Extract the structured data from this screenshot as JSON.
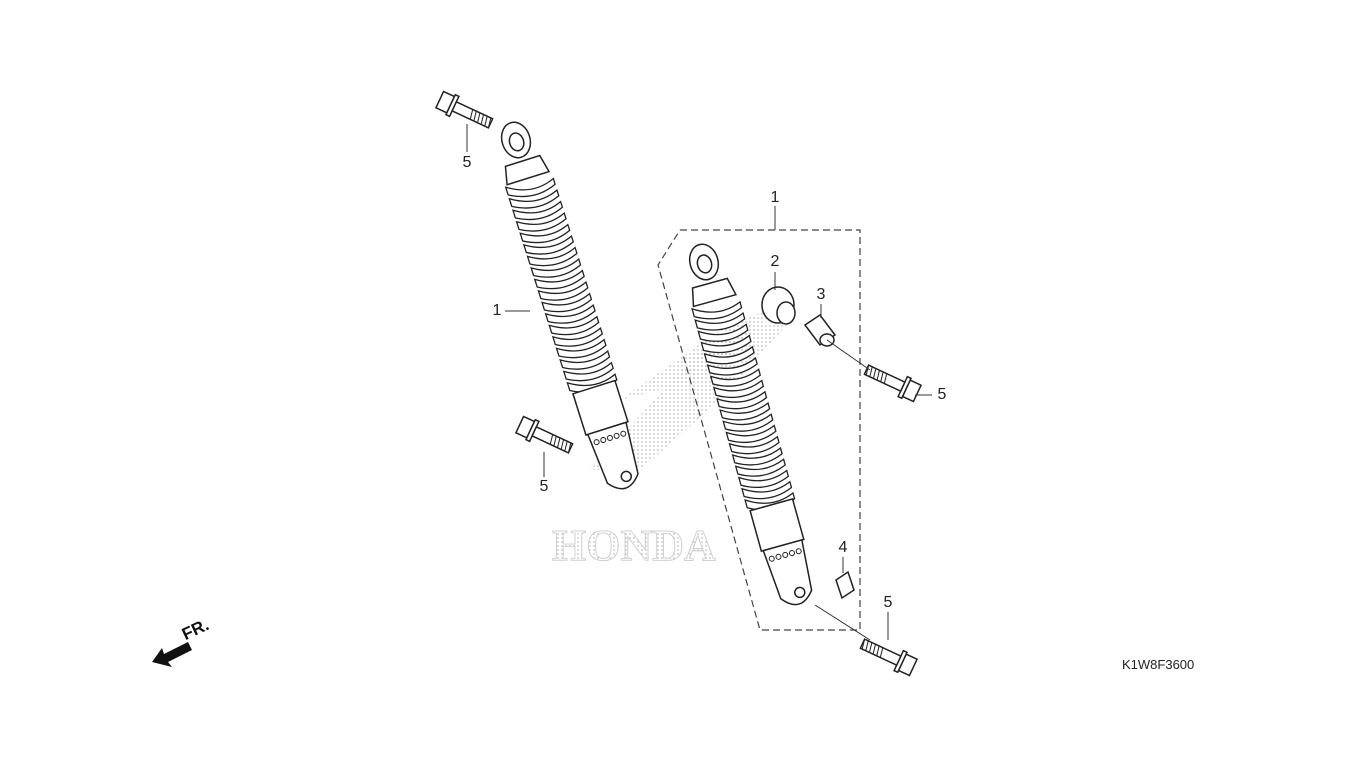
{
  "diagram": {
    "code": "K1W8F3600",
    "front_marker": "FR.",
    "watermark": "HONDA",
    "callouts": [
      {
        "id": "c1",
        "text": "5"
      },
      {
        "id": "c2",
        "text": "1"
      },
      {
        "id": "c3",
        "text": "5"
      },
      {
        "id": "c4",
        "text": "1"
      },
      {
        "id": "c5",
        "text": "2"
      },
      {
        "id": "c6",
        "text": "3"
      },
      {
        "id": "c7",
        "text": "5"
      },
      {
        "id": "c8",
        "text": "4"
      },
      {
        "id": "c9",
        "text": "5"
      }
    ]
  }
}
